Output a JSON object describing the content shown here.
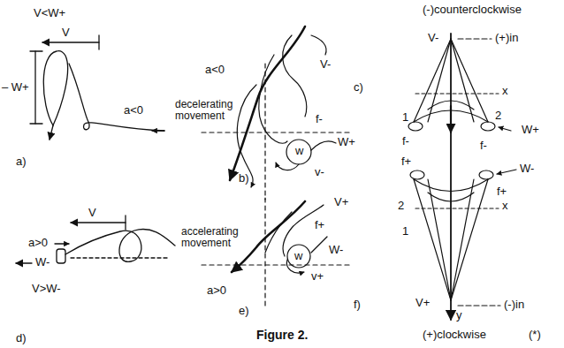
{
  "diagram": {
    "caption": "Figure 2.",
    "labels": [
      "V<W+",
      "V",
      "– W+",
      "a<0",
      "decelerating movement",
      "a)",
      "a<0",
      "V-",
      "f-",
      "W+",
      "w",
      "v-",
      "b)",
      "(-)counterclockwise",
      "V-",
      "(+)in",
      "x",
      "1",
      "2",
      "f-",
      "f-",
      "W+",
      "c)",
      "f+",
      "W-",
      "f+",
      "2",
      "x",
      "1",
      "V+",
      "(-)in",
      "y",
      "(+)clockwise",
      "f)",
      "V",
      "a>0",
      "W-",
      "accelerating movement",
      "V>W-",
      "d)",
      "V+",
      "f+",
      "W-",
      "w",
      "v+",
      "a>0",
      "e)",
      "(*)"
    ]
  }
}
